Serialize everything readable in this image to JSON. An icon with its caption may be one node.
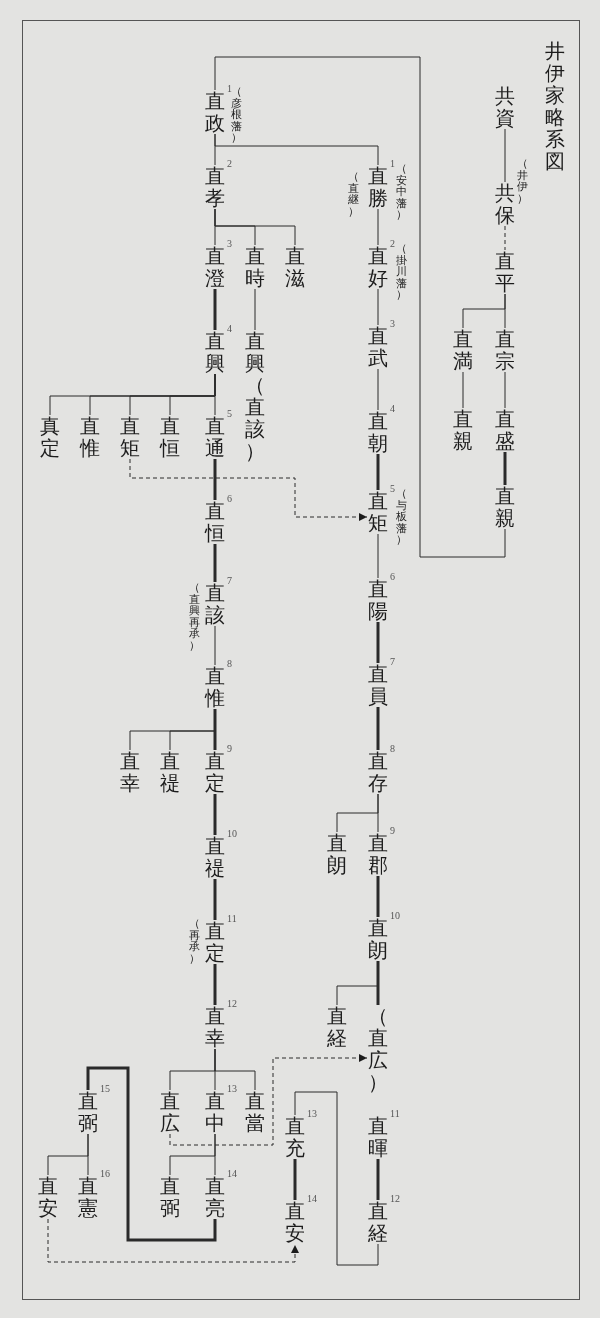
{
  "diagram": {
    "title": "井伊家略系図",
    "nodes": [
      {
        "text": [
          "共資"
        ]
      },
      {
        "text": [
          "共保"
        ],
        "beside": [
          "（井伊）"
        ]
      },
      {
        "text": [
          "直平"
        ]
      },
      {
        "text": [
          "直満"
        ]
      },
      {
        "text": [
          "直宗"
        ]
      },
      {
        "text": [
          "直親"
        ]
      },
      {
        "text": [
          "直盛"
        ]
      },
      {
        "text": [
          "直親"
        ]
      },
      {
        "text": [
          "直政"
        ],
        "beside": [
          "1",
          "（彦根藩）"
        ]
      },
      {
        "text": [
          "直孝"
        ],
        "beside": [
          "2"
        ]
      },
      {
        "text": [
          "直勝"
        ],
        "beside": [
          "1",
          "（安中藩）",
          "（直継）"
        ]
      },
      {
        "text": [
          "直澄"
        ],
        "beside": [
          "3"
        ]
      },
      {
        "text": [
          "直時"
        ]
      },
      {
        "text": [
          "直滋"
        ]
      },
      {
        "text": [
          "直好"
        ],
        "beside": [
          "2",
          "（掛川藩）"
        ]
      },
      {
        "text": [
          "直興"
        ],
        "beside": [
          "4"
        ]
      },
      {
        "text": [
          "直興（直該）"
        ]
      },
      {
        "text": [
          "直武"
        ],
        "beside": [
          "3"
        ]
      },
      {
        "text": [
          "真定"
        ]
      },
      {
        "text": [
          "直惟"
        ]
      },
      {
        "text": [
          "直矩"
        ]
      },
      {
        "text": [
          "直恒"
        ]
      },
      {
        "text": [
          "直通"
        ],
        "beside": [
          "5"
        ]
      },
      {
        "text": [
          "直朝"
        ],
        "beside": [
          "4"
        ]
      },
      {
        "text": [
          "直恒"
        ],
        "beside": [
          "6"
        ]
      },
      {
        "text": [
          "直矩"
        ],
        "beside": [
          "5",
          "（与板藩）"
        ]
      },
      {
        "text": [
          "直陽"
        ],
        "beside": [
          "6"
        ]
      },
      {
        "text": [
          "直該"
        ],
        "beside": [
          "7",
          "（直興再承）"
        ]
      },
      {
        "text": [
          "直惟"
        ],
        "beside": [
          "8"
        ]
      },
      {
        "text": [
          "直員"
        ],
        "beside": [
          "7"
        ]
      },
      {
        "text": [
          "直幸"
        ]
      },
      {
        "text": [
          "直禔"
        ]
      },
      {
        "text": [
          "直定"
        ],
        "beside": [
          "9"
        ]
      },
      {
        "text": [
          "直存"
        ],
        "beside": [
          "8"
        ]
      },
      {
        "text": [
          "直朗"
        ]
      },
      {
        "text": [
          "直郡"
        ],
        "beside": [
          "9"
        ]
      },
      {
        "text": [
          "直禔"
        ],
        "beside": [
          "10"
        ]
      },
      {
        "text": [
          "直朗"
        ],
        "beside": [
          "10"
        ]
      },
      {
        "text": [
          "直定"
        ],
        "beside": [
          "11",
          "（再承）"
        ]
      },
      {
        "text": [
          "直経"
        ]
      },
      {
        "text": [
          "（直広）"
        ]
      },
      {
        "text": [
          "直幸"
        ],
        "beside": [
          "12"
        ]
      },
      {
        "text": [
          "直弼"
        ],
        "beside": [
          "15"
        ]
      },
      {
        "text": [
          "直広"
        ]
      },
      {
        "text": [
          "直中"
        ],
        "beside": [
          "13"
        ]
      },
      {
        "text": [
          "直當"
        ]
      },
      {
        "text": [
          "直充"
        ],
        "beside": [
          "13"
        ]
      },
      {
        "text": [
          "直暉"
        ],
        "beside": [
          "11"
        ]
      },
      {
        "text": [
          "直安"
        ]
      },
      {
        "text": [
          "直憲"
        ],
        "beside": [
          "16"
        ]
      },
      {
        "text": [
          "直弼"
        ]
      },
      {
        "text": [
          "直亮"
        ],
        "beside": [
          "14"
        ]
      },
      {
        "text": [
          "直安"
        ],
        "beside": [
          "14"
        ]
      },
      {
        "text": [
          "直経"
        ],
        "beside": [
          "12"
        ]
      }
    ],
    "edges": [
      {
        "from": 0,
        "to": 1,
        "arrow": "none"
      },
      {
        "from": 1,
        "to": 2,
        "arrow": "none",
        "style": "dashed"
      },
      {
        "from": 2,
        "to": 3,
        "arrow": "none"
      },
      {
        "from": 2,
        "to": 4,
        "arrow": "none"
      },
      {
        "from": 3,
        "to": 5,
        "arrow": "none"
      },
      {
        "from": 4,
        "to": 6,
        "arrow": "none"
      },
      {
        "from": 6,
        "to": 7,
        "arrow": "none",
        "style": "thick"
      },
      {
        "from": 7,
        "to": 8,
        "arrow": "none"
      },
      {
        "from": 8,
        "to": 9,
        "arrow": "none"
      },
      {
        "from": 8,
        "to": 10,
        "arrow": "none"
      },
      {
        "from": 9,
        "to": 11,
        "arrow": "none"
      },
      {
        "from": 9,
        "to": 12,
        "arrow": "none"
      },
      {
        "from": 9,
        "to": 13,
        "arrow": "none"
      },
      {
        "from": 11,
        "to": 15,
        "arrow": "none",
        "style": "thick"
      },
      {
        "from": 12,
        "to": 16,
        "arrow": "none"
      },
      {
        "from": 10,
        "to": 14,
        "arrow": "none"
      },
      {
        "from": 14,
        "to": 17,
        "arrow": "none"
      },
      {
        "from": 17,
        "to": 23,
        "arrow": "none"
      },
      {
        "from": 23,
        "to": 25,
        "arrow": "none",
        "style": "thick"
      },
      {
        "from": 15,
        "to": 18,
        "arrow": "none"
      },
      {
        "from": 15,
        "to": 19,
        "arrow": "none"
      },
      {
        "from": 15,
        "to": 20,
        "arrow": "none"
      },
      {
        "from": 15,
        "to": 21,
        "arrow": "none"
      },
      {
        "from": 15,
        "to": 22,
        "arrow": "none"
      },
      {
        "from": 20,
        "to": 25,
        "arrow": "to",
        "style": "dashed"
      },
      {
        "from": 22,
        "to": 24,
        "arrow": "none",
        "style": "thick"
      },
      {
        "from": 24,
        "to": 27,
        "arrow": "none",
        "style": "thick"
      },
      {
        "from": 27,
        "to": 28,
        "arrow": "none"
      },
      {
        "from": 28,
        "to": 30,
        "arrow": "none"
      },
      {
        "from": 28,
        "to": 31,
        "arrow": "none"
      },
      {
        "from": 28,
        "to": 32,
        "arrow": "none",
        "style": "thick"
      },
      {
        "from": 32,
        "to": 36,
        "arrow": "none",
        "style": "thick"
      },
      {
        "from": 36,
        "to": 38,
        "arrow": "none",
        "style": "thick"
      },
      {
        "from": 38,
        "to": 41,
        "arrow": "none",
        "style": "thick"
      },
      {
        "from": 41,
        "to": 43,
        "arrow": "none"
      },
      {
        "from": 41,
        "to": 44,
        "arrow": "none"
      },
      {
        "from": 41,
        "to": 45,
        "arrow": "none"
      },
      {
        "from": 43,
        "to": 40,
        "arrow": "to",
        "style": "dashed"
      },
      {
        "from": 44,
        "to": 50,
        "arrow": "none"
      },
      {
        "from": 44,
        "to": 51,
        "arrow": "none"
      },
      {
        "from": 51,
        "to": 42,
        "arrow": "none",
        "style": "thick"
      },
      {
        "from": 42,
        "to": 48,
        "arrow": "none"
      },
      {
        "from": 42,
        "to": 49,
        "arrow": "none"
      },
      {
        "from": 48,
        "to": 52,
        "arrow": "to",
        "style": "dashed"
      },
      {
        "from": 25,
        "to": 26,
        "arrow": "none"
      },
      {
        "from": 26,
        "to": 29,
        "arrow": "none",
        "style": "thick"
      },
      {
        "from": 29,
        "to": 33,
        "arrow": "none",
        "style": "thick"
      },
      {
        "from": 33,
        "to": 34,
        "arrow": "none"
      },
      {
        "from": 33,
        "to": 35,
        "arrow": "none"
      },
      {
        "from": 35,
        "to": 37,
        "arrow": "none",
        "style": "thick"
      },
      {
        "from": 37,
        "to": 39,
        "arrow": "none"
      },
      {
        "from": 37,
        "to": 40,
        "arrow": "none",
        "style": "thick"
      },
      {
        "from": 53,
        "to": 46,
        "arrow": "none"
      },
      {
        "from": 47,
        "to": 53,
        "arrow": "none",
        "style": "thick"
      },
      {
        "from": 46,
        "to": 52,
        "arrow": "none",
        "style": "thick"
      }
    ]
  }
}
